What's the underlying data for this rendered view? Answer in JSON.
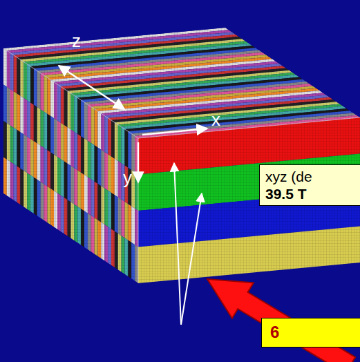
{
  "diagram": {
    "nodes": [
      {
        "text": [
          "xyz (de",
          "39.5 T"
        ]
      },
      {
        "text": [
          "6"
        ]
      }
    ],
    "labels": [
      "z",
      "x",
      "y"
    ]
  }
}
